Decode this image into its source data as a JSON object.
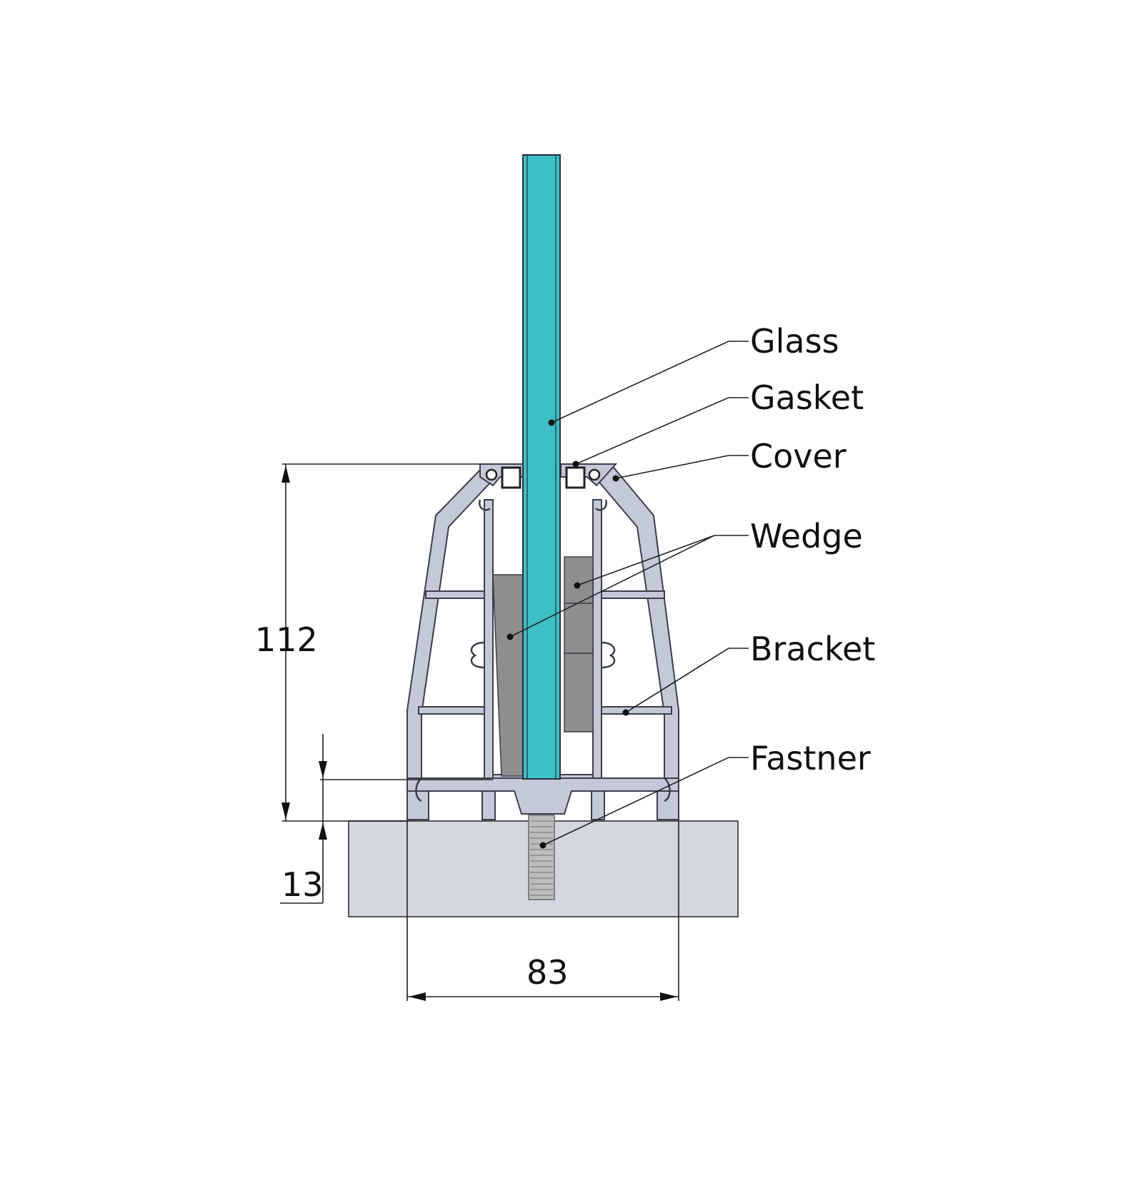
{
  "labels": {
    "glass": "Glass",
    "gasket": "Gasket",
    "cover": "Cover",
    "wedge": "Wedge",
    "bracket": "Bracket",
    "fastner": "Fastner"
  },
  "dimensions": {
    "height": "112",
    "embed": "13",
    "width": "83"
  },
  "colors": {
    "glass": "#3dbfc6",
    "aluminium": "#c3c9d8",
    "outline": "#3a3f4a",
    "wedge": "#8e8e8e",
    "base": "#d3d7df",
    "fastener": "#b8b8b8"
  }
}
